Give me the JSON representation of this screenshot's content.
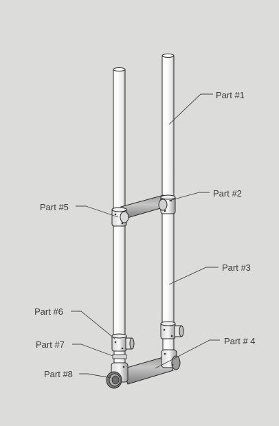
{
  "labels": {
    "part1": "Part #1",
    "part2": "Part #2",
    "part3": "Part #3",
    "part4": "Part # 4",
    "part5": "Part #5",
    "part6": "Part #6",
    "part7": "Part #7",
    "part8": "Part #8"
  },
  "colors": {
    "background": "#dcdcdb",
    "pipe_fill": "#ffffff",
    "pipe_outline": "#2a2a2a",
    "shade": "#8c8c8c",
    "dark_shade": "#555555",
    "leader_line": "#444444"
  }
}
